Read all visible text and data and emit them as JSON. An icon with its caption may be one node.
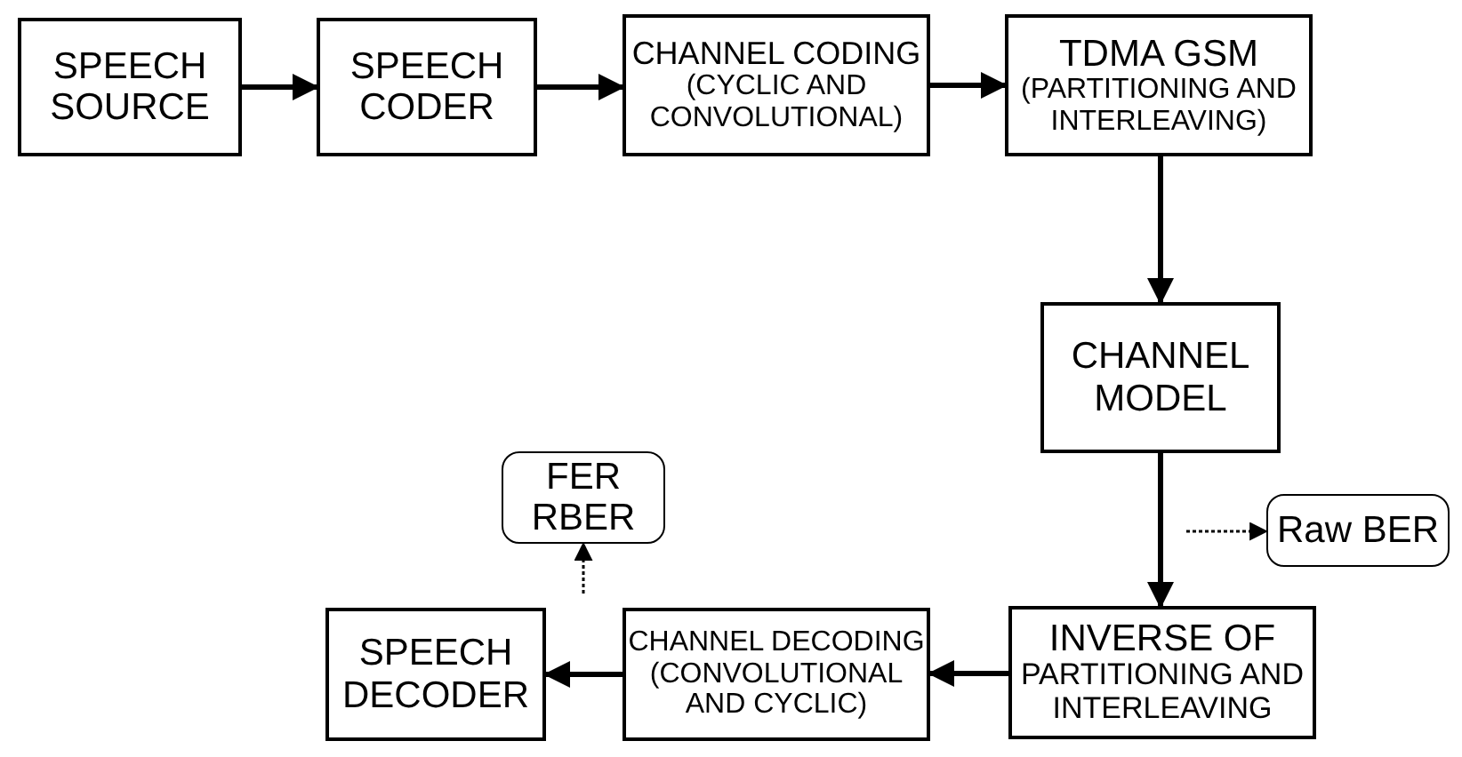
{
  "diagram": {
    "nodes": [
      {
        "text": [
          "SPEECH SOURCE"
        ]
      },
      {
        "text": [
          "SPEECH CODER"
        ]
      },
      {
        "text": [
          "CHANNEL CODING",
          "(CYCLIC AND CONVOLUTIONAL)"
        ]
      },
      {
        "text": [
          "TDMA GSM",
          "(PARTITIONING AND INTERLEAVING)"
        ]
      },
      {
        "text": [
          "CHANNEL MODEL"
        ]
      },
      {
        "text": [
          "INVERSE OF",
          "PARTITIONING AND INTERLEAVING"
        ]
      },
      {
        "text": [
          "CHANNEL DECODING",
          "(CONVOLUTIONAL AND CYCLIC)"
        ]
      },
      {
        "text": [
          "SPEECH DECODER"
        ]
      },
      {
        "text": [
          "FER RBER"
        ]
      },
      {
        "text": [
          "Raw BER"
        ]
      }
    ],
    "edges": [
      {
        "from": 0,
        "to": 1,
        "arrow": "to"
      },
      {
        "from": 1,
        "to": 2,
        "arrow": "to"
      },
      {
        "from": 2,
        "to": 3,
        "arrow": "to"
      },
      {
        "from": 3,
        "to": 4,
        "arrow": "to"
      },
      {
        "from": 4,
        "to": 5,
        "arrow": "to"
      },
      {
        "from": 5,
        "to": 6,
        "arrow": "to"
      },
      {
        "from": 6,
        "to": 7,
        "arrow": "to"
      },
      {
        "from": null,
        "to": 8,
        "arrow": "to",
        "style": "dashed"
      },
      {
        "from": null,
        "to": 9,
        "arrow": "to",
        "style": "dashed"
      }
    ]
  }
}
